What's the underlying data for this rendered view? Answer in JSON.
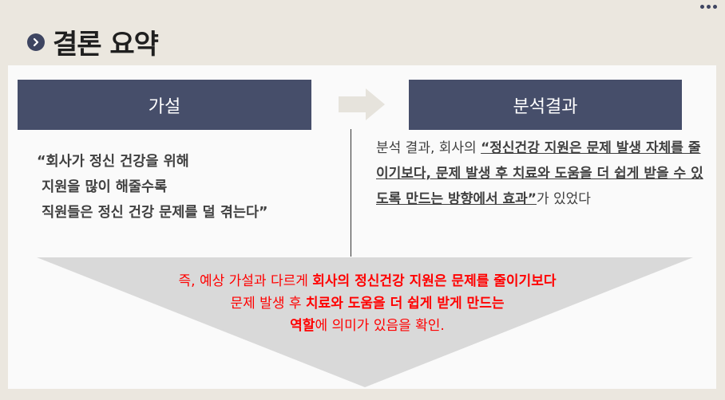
{
  "title": "결론 요약",
  "icons": {
    "title_bullet": "chevron-right-circle-icon",
    "arrow": "arrow-right-icon",
    "menu": "more-dots-icon"
  },
  "colors": {
    "header_box": "#464e6a",
    "accent_text": "#ff0000",
    "funnel": "#d9d9d9",
    "background": "#ebe7df"
  },
  "hypothesis": {
    "label": "가설",
    "lines": [
      "“회사가 정신 건강을 위해",
      " 지원을 많이 해줄수록",
      " 직원들은 정신 건강 문제를 덜 겪는다”"
    ]
  },
  "result": {
    "label": "분석결과",
    "prefix": " 분석 결과, 회사의 ",
    "emphasis": "“정신건강 지원은 문제 발생 자체를 줄이기보다, 문제 발생 후 치료와 도움을 더 쉽게 받을 수 있도록 만드는 방향에서 효과”",
    "suffix": "가 있었다"
  },
  "conclusion": {
    "l1_normal": "즉, 예상 가설과 다르게  ",
    "l1_bold": "회사의 정신건강 지원은 문제를 줄이기보다",
    "l2_normal": "문제 발생 후 ",
    "l2_bold": "치료와 도움을 더 쉽게 받게 만드는",
    "l3_bold": "역할",
    "l3_normal": "에 의미가 있음을 확인."
  }
}
